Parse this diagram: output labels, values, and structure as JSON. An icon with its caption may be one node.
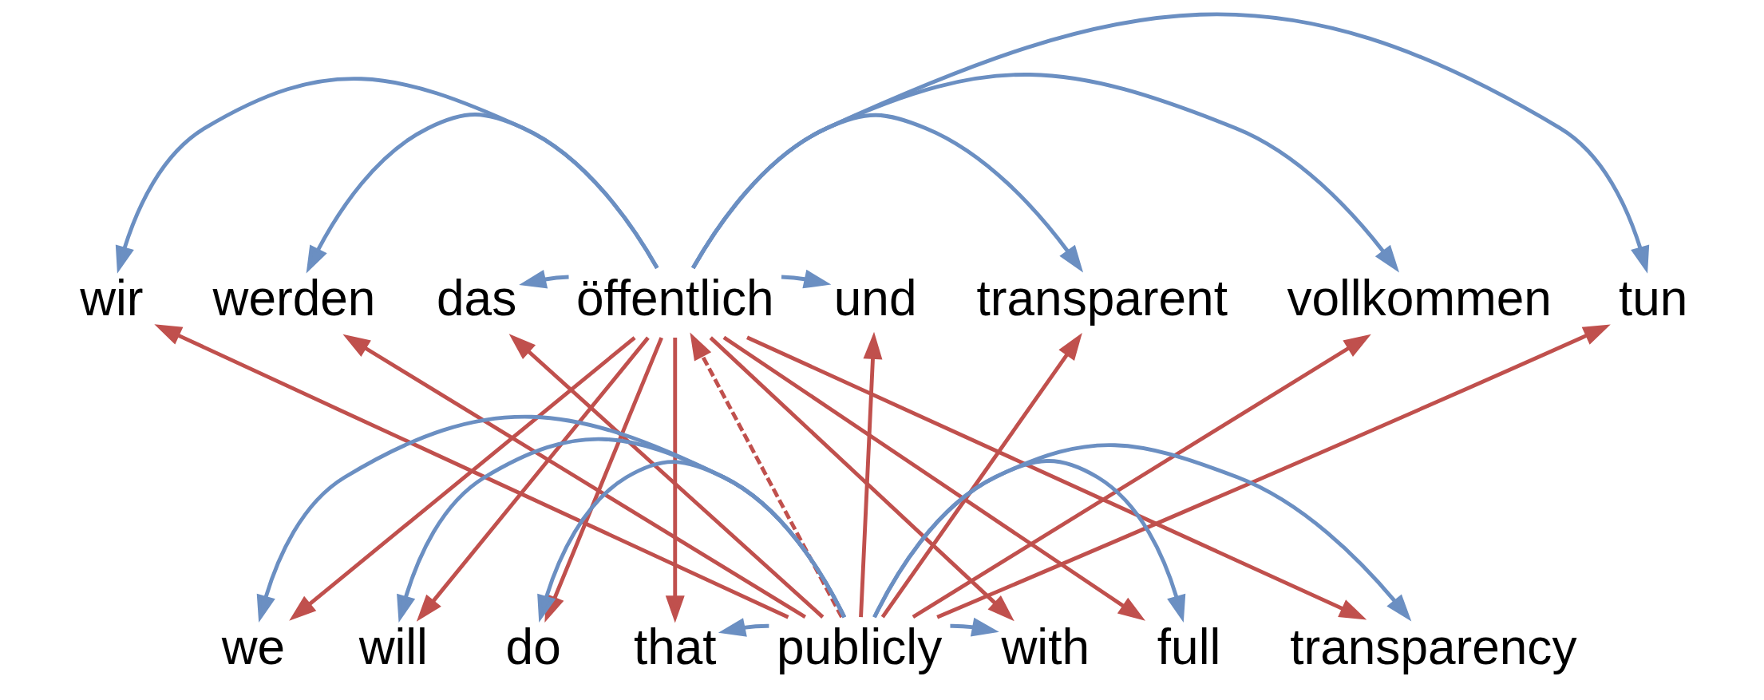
{
  "diagram": {
    "nodes": [
      {
        "text": [
          "wir"
        ]
      },
      {
        "text": [
          "werden"
        ]
      },
      {
        "text": [
          "das"
        ]
      },
      {
        "text": [
          "öffentlich"
        ]
      },
      {
        "text": [
          "und"
        ]
      },
      {
        "text": [
          "transparent"
        ]
      },
      {
        "text": [
          "vollkommen"
        ]
      },
      {
        "text": [
          "tun"
        ]
      },
      {
        "text": [
          "we"
        ]
      },
      {
        "text": [
          "will"
        ]
      },
      {
        "text": [
          "do"
        ]
      },
      {
        "text": [
          "that"
        ]
      },
      {
        "text": [
          "publicly"
        ]
      },
      {
        "text": [
          "with"
        ]
      },
      {
        "text": [
          "full"
        ]
      },
      {
        "text": [
          "transparency"
        ]
      }
    ],
    "edges": [
      {
        "from": 3,
        "to": 0,
        "arrow": "to",
        "color": "#6b8fc2"
      },
      {
        "from": 3,
        "to": 1,
        "arrow": "to",
        "color": "#6b8fc2"
      },
      {
        "from": 3,
        "to": 2,
        "arrow": "to",
        "color": "#6b8fc2"
      },
      {
        "from": 3,
        "to": 4,
        "arrow": "to",
        "color": "#6b8fc2"
      },
      {
        "from": 3,
        "to": 5,
        "arrow": "to",
        "color": "#6b8fc2"
      },
      {
        "from": 3,
        "to": 6,
        "arrow": "to",
        "color": "#6b8fc2"
      },
      {
        "from": 3,
        "to": 7,
        "arrow": "to",
        "color": "#6b8fc2"
      },
      {
        "from": 3,
        "to": 8,
        "arrow": "to"
      },
      {
        "from": 3,
        "to": 9,
        "arrow": "to"
      },
      {
        "from": 3,
        "to": 10,
        "arrow": "to"
      },
      {
        "from": 3,
        "to": 11,
        "arrow": "to"
      },
      {
        "from": 3,
        "to": 13,
        "arrow": "to"
      },
      {
        "from": 3,
        "to": 14,
        "arrow": "to"
      },
      {
        "from": 3,
        "to": 15,
        "arrow": "to"
      },
      {
        "from": 12,
        "to": 3,
        "arrow": "to",
        "style": "dashed"
      },
      {
        "from": 12,
        "to": 0,
        "arrow": "to"
      },
      {
        "from": 12,
        "to": 1,
        "arrow": "to"
      },
      {
        "from": 12,
        "to": 2,
        "arrow": "to"
      },
      {
        "from": 12,
        "to": 4,
        "arrow": "to"
      },
      {
        "from": 12,
        "to": 5,
        "arrow": "to"
      },
      {
        "from": 12,
        "to": 6,
        "arrow": "to"
      },
      {
        "from": 12,
        "to": 7,
        "arrow": "to"
      },
      {
        "from": 12,
        "to": 8,
        "arrow": "to",
        "color": "#6b8fc2"
      },
      {
        "from": 12,
        "to": 9,
        "arrow": "to",
        "color": "#6b8fc2"
      },
      {
        "from": 12,
        "to": 10,
        "arrow": "to",
        "color": "#6b8fc2"
      },
      {
        "from": 12,
        "to": 11,
        "arrow": "to",
        "color": "#6b8fc2"
      },
      {
        "from": 12,
        "to": 13,
        "arrow": "to",
        "color": "#6b8fc2"
      },
      {
        "from": 12,
        "to": 14,
        "arrow": "to",
        "color": "#6b8fc2"
      },
      {
        "from": 12,
        "to": 15,
        "arrow": "to",
        "color": "#6b8fc2"
      }
    ]
  }
}
